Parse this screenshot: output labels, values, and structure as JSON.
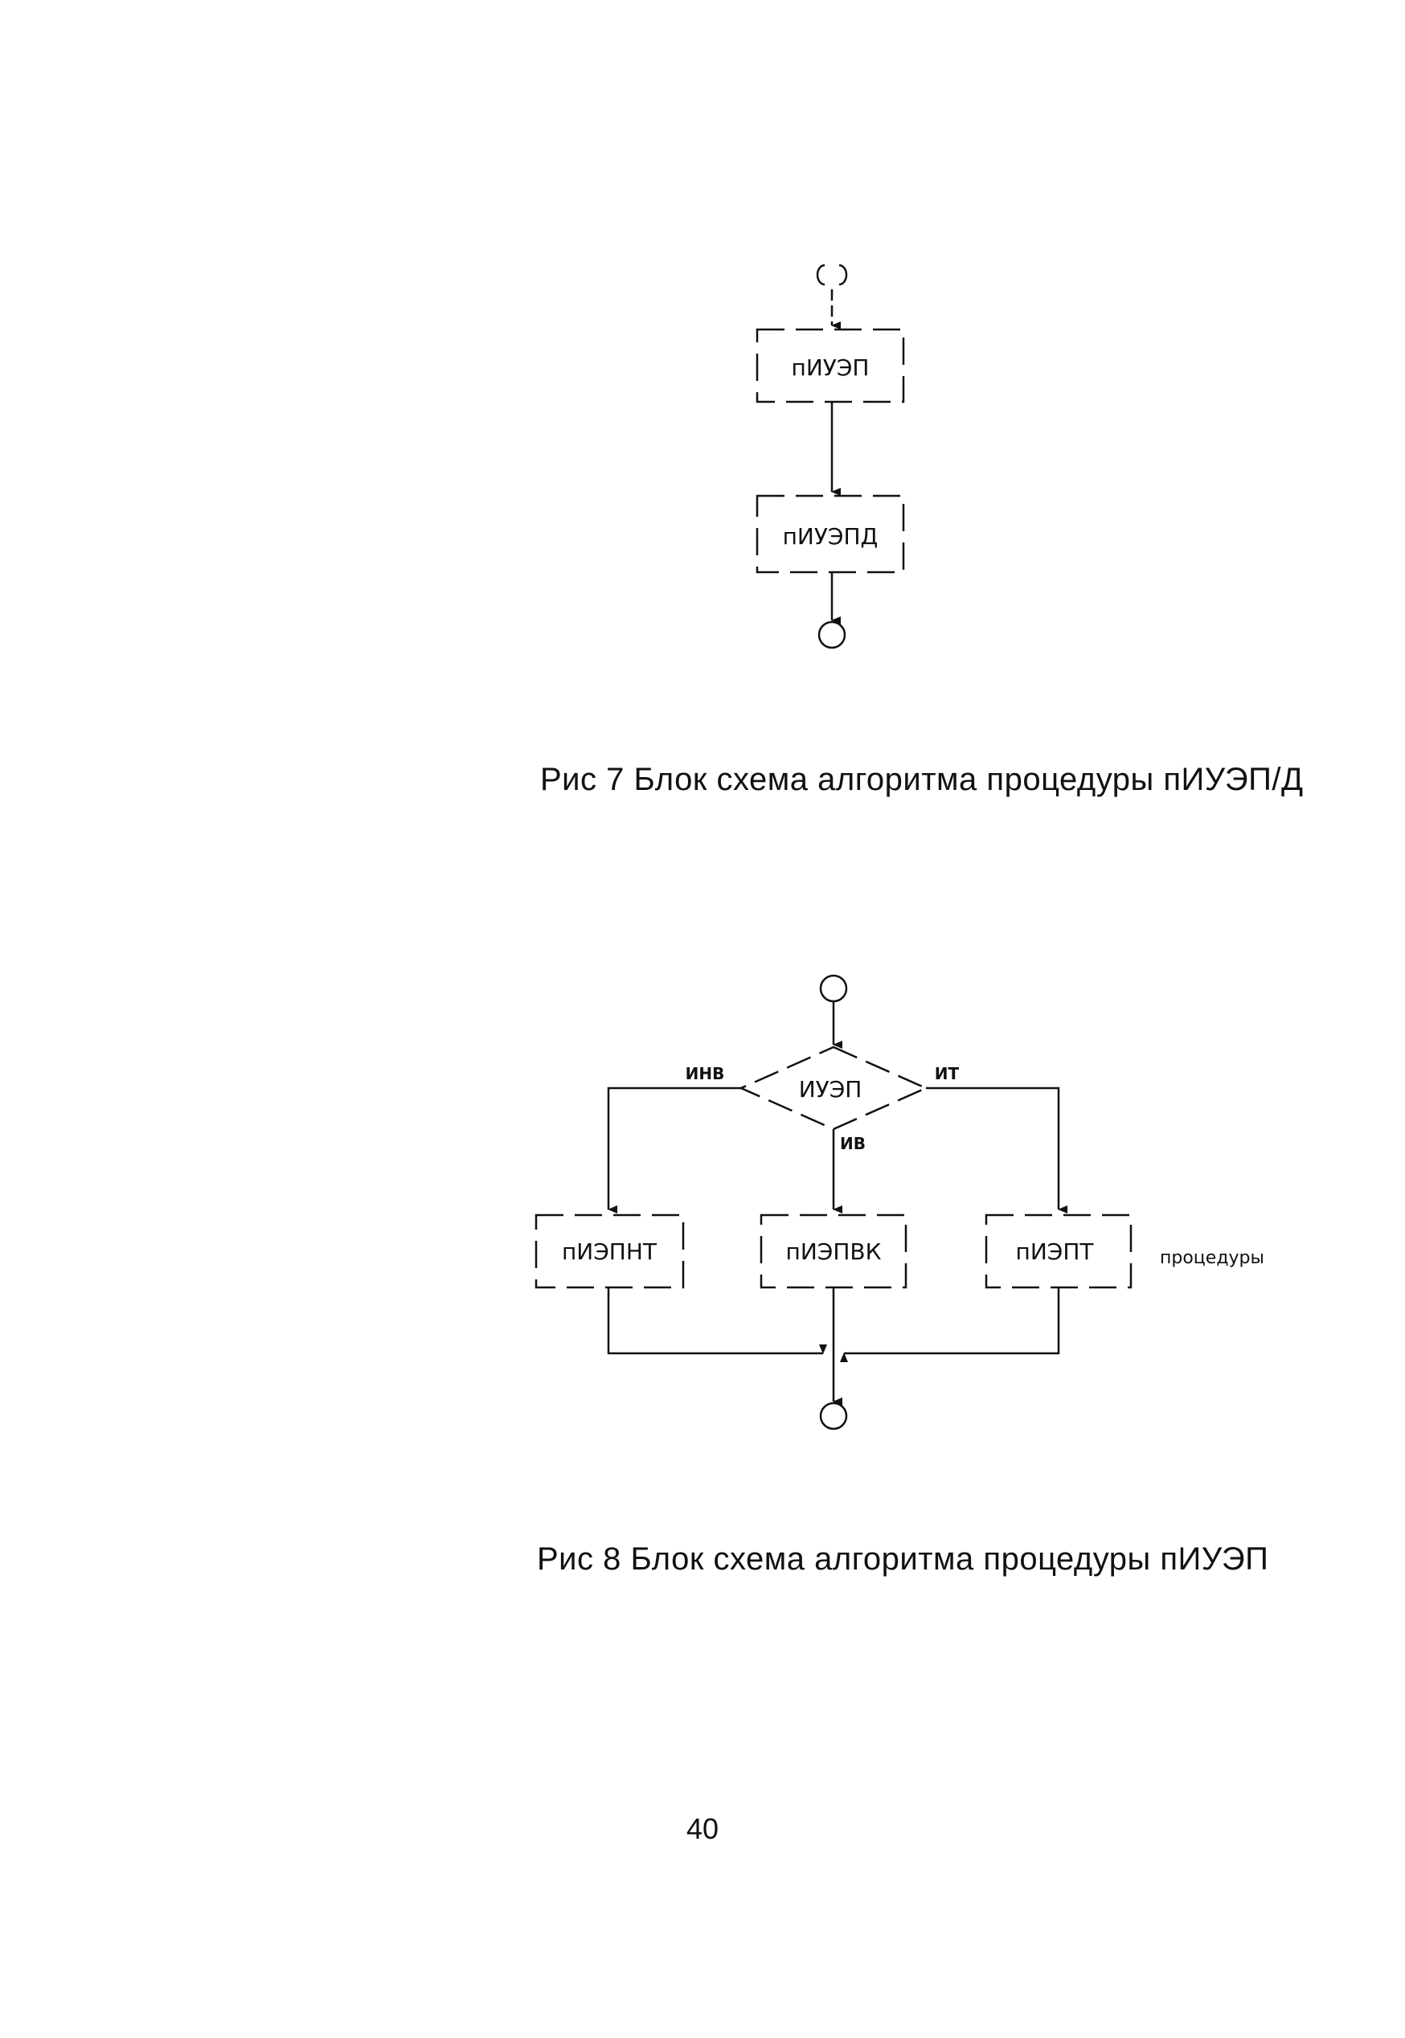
{
  "figure7": {
    "blocks": [
      "пИУЭП",
      "пИУЭПД"
    ],
    "caption": "Рис 7  Блок  схема  алгоритма  процедуры  пИУЭП/Д"
  },
  "figure8": {
    "decision": "ИУЭП",
    "branch_labels": {
      "left": "ИНВ",
      "center": "ИВ",
      "right": "ИТ"
    },
    "blocks": [
      "пИЭПНТ",
      "пИЭПВК",
      "пИЭПТ"
    ],
    "side_note": "процедуры",
    "caption": "Рис 8  Блок  схема  алгоритма  процедуры  пИУЭП"
  },
  "page_number": "40"
}
